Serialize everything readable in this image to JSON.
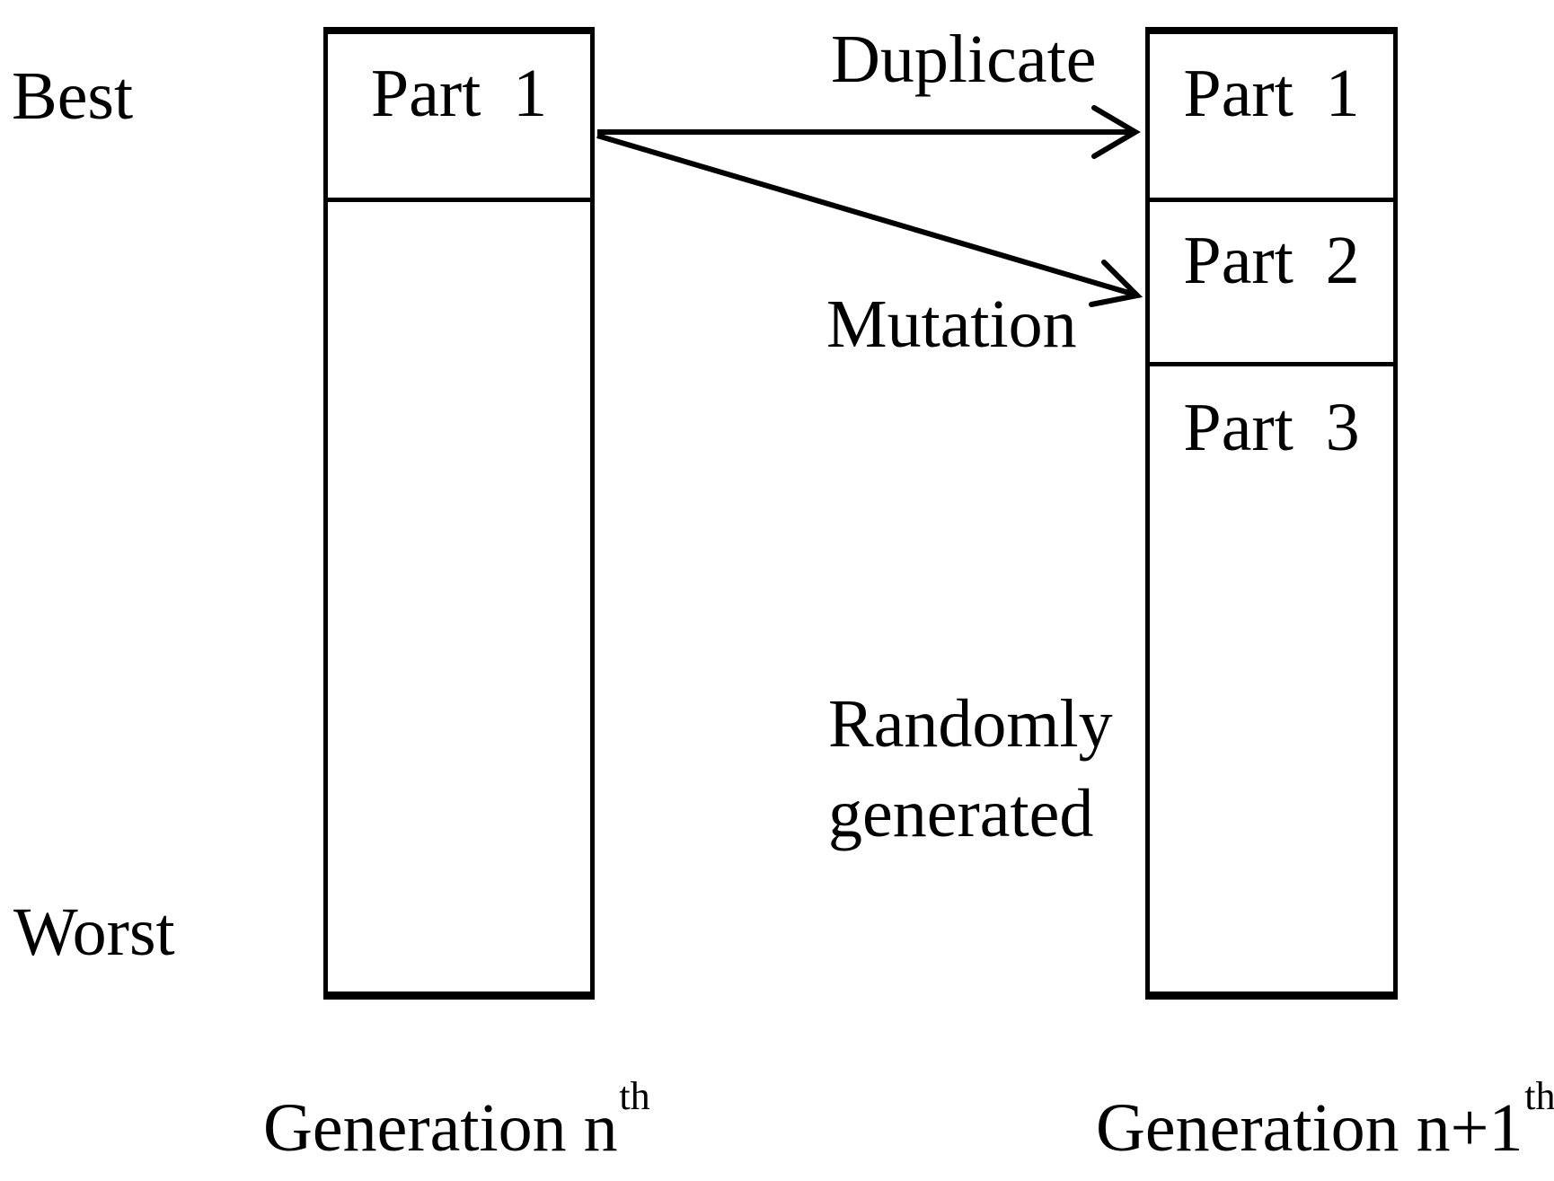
{
  "diagram": {
    "fitness_scale": {
      "best": "Best",
      "worst": "Worst"
    },
    "columns": {
      "left": {
        "caption": "Generation n",
        "caption_superscript": "th",
        "sections": [
          {
            "label": "Part 1"
          }
        ]
      },
      "right": {
        "caption": "Generation n+1",
        "caption_superscript": "th",
        "sections": [
          {
            "label": "Part 1"
          },
          {
            "label": "Part 2"
          },
          {
            "label": "Part 3"
          }
        ]
      }
    },
    "arrows": [
      {
        "label": "Duplicate",
        "from": "left Part 1",
        "to": "right Part 1"
      },
      {
        "label": "Mutation",
        "from": "left Part 1",
        "to": "right Part 2"
      }
    ],
    "annotations": {
      "randomly_generated": {
        "line1": "Randomly",
        "line2": "generated"
      }
    },
    "colors": {
      "stroke": "#000000",
      "text": "#000000",
      "background": "#ffffff"
    }
  }
}
